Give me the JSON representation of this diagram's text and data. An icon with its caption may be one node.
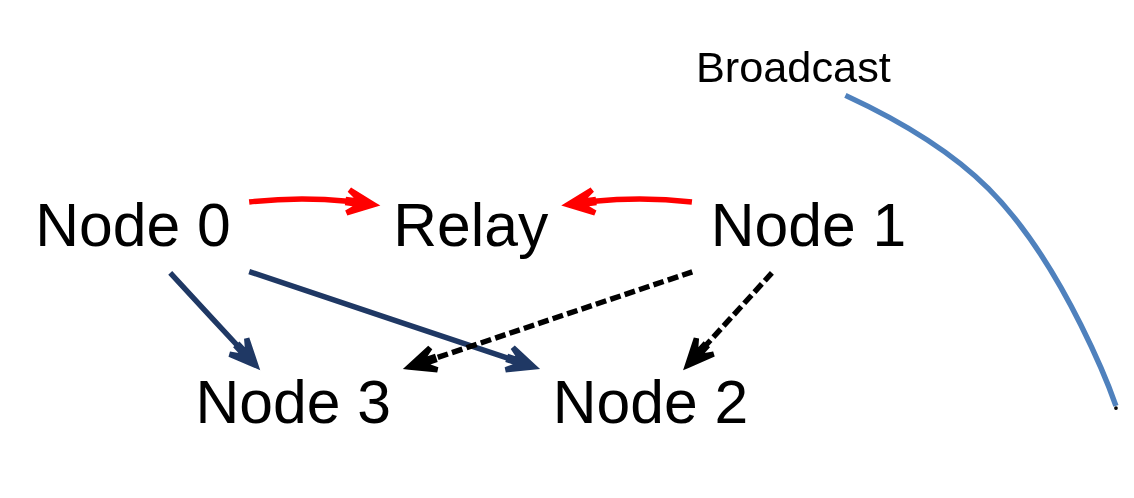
{
  "diagram": {
    "nodes": [
      {
        "text": [
          "Broadcast"
        ]
      },
      {
        "text": [
          "Node 0"
        ]
      },
      {
        "text": [
          "Relay"
        ]
      },
      {
        "text": [
          "Node 1"
        ]
      },
      {
        "text": [
          "Node 2"
        ]
      },
      {
        "text": [
          "Node 3"
        ]
      }
    ],
    "edges": [
      {
        "from": 1,
        "to": 2,
        "arrow": "to",
        "color": "#ff0000"
      },
      {
        "from": 3,
        "to": 2,
        "arrow": "to",
        "color": "#ff0000"
      },
      {
        "from": 1,
        "to": 4,
        "arrow": "to",
        "color": "#1f3864"
      },
      {
        "from": 1,
        "to": 5,
        "arrow": "to",
        "color": "#1f3864"
      },
      {
        "from": 3,
        "to": 5,
        "arrow": "to",
        "style": "dashed",
        "color": "#000000"
      },
      {
        "from": 3,
        "to": 4,
        "arrow": "to",
        "style": "dashed",
        "color": "#000000"
      },
      {
        "from": 0,
        "to": null,
        "arrow": "none",
        "color": "#4f81bd"
      }
    ]
  }
}
